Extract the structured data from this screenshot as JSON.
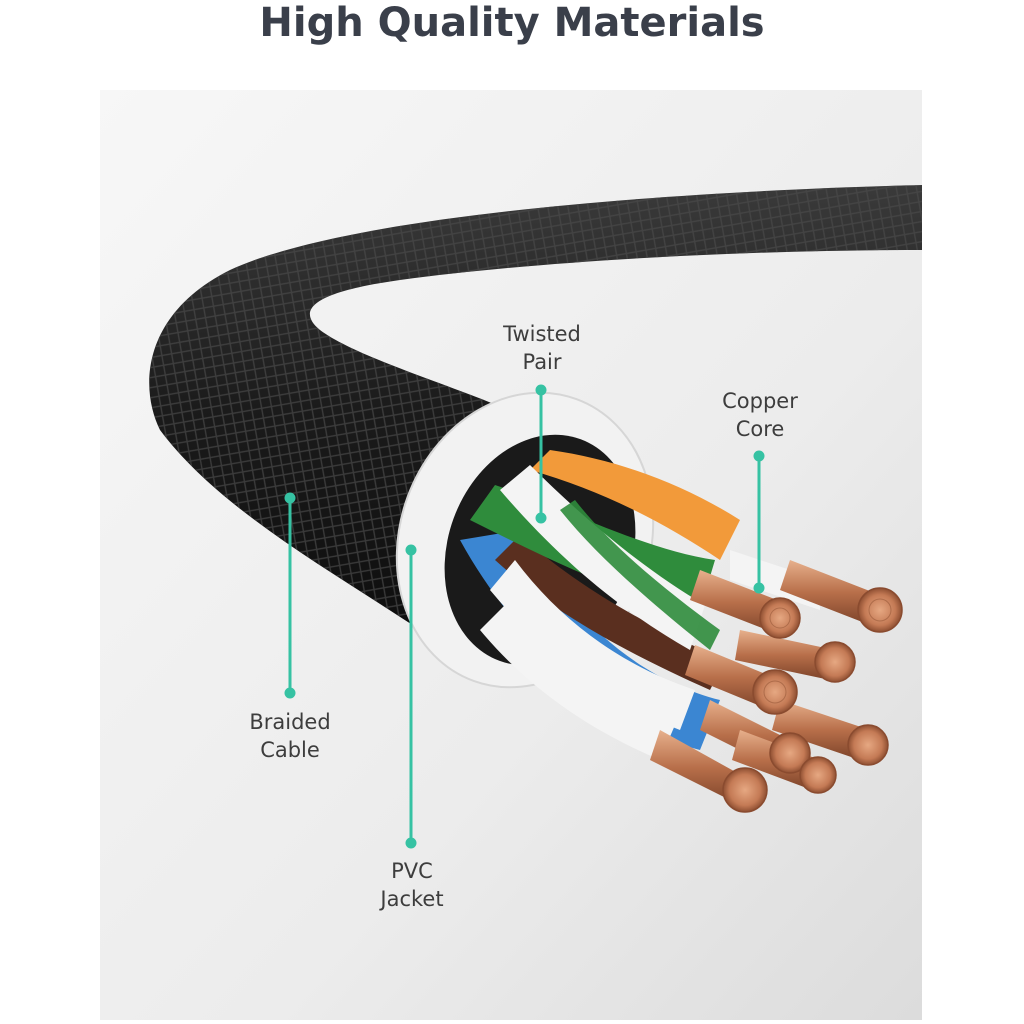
{
  "title": "High Quality Materials",
  "callouts": {
    "twisted_pair": {
      "line1": "Twisted",
      "line2": "Pair"
    },
    "copper_core": {
      "line1": "Copper",
      "line2": "Core"
    },
    "braided_cable": {
      "line1": "Braided",
      "line2": "Cable"
    },
    "pvc_jacket": {
      "line1": "PVC",
      "line2": "Jacket"
    }
  },
  "colors": {
    "title": "#3a3f4a",
    "accent_teal": "#36c2a3",
    "braid": "#1f1f1f",
    "jacket": "#f1f1f1",
    "copper": "#c8845e",
    "wire_orange": "#f29a3a",
    "wire_green": "#2f8c3c",
    "wire_blue": "#3b86d2",
    "wire_brown": "#5a2f1f"
  }
}
